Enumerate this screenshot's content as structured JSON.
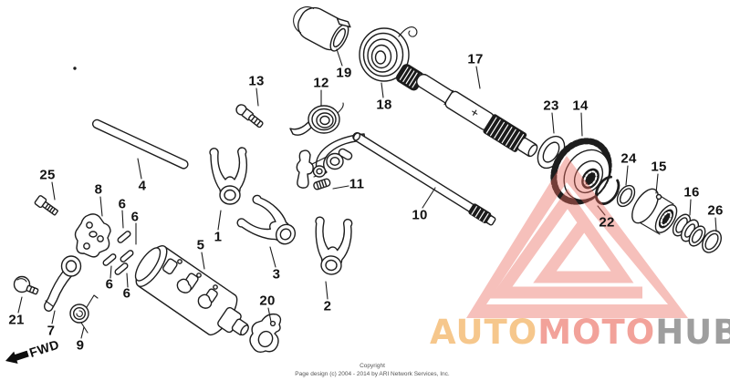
{
  "diagram": {
    "title_hint": "gearshift-drum-exploded-parts-diagram",
    "callouts": [
      "25",
      "8",
      "4",
      "13",
      "12",
      "19",
      "18",
      "17",
      "23",
      "14",
      "24",
      "15",
      "16",
      "26",
      "22",
      "10",
      "11",
      "1",
      "3",
      "2",
      "5",
      "20",
      "21",
      "7",
      "9",
      "6",
      "6",
      "6",
      "6"
    ]
  },
  "fwd_label": "FWD",
  "watermark": {
    "brand_auto": "AUTO",
    "brand_moto": "MOTO",
    "brand_hub": "HUB"
  },
  "footer": {
    "line1": "Copyright",
    "line2": "Page design (c) 2004 - 2014 by ARI Network Services, Inc."
  },
  "colors": {
    "line_art": "#1d1d1d",
    "watermark_red": "#ec6a5e",
    "brand_auto": "#f6c78c",
    "brand_moto": "#f2a29a",
    "brand_hub": "#9e9e9e",
    "background": "#ffffff"
  }
}
